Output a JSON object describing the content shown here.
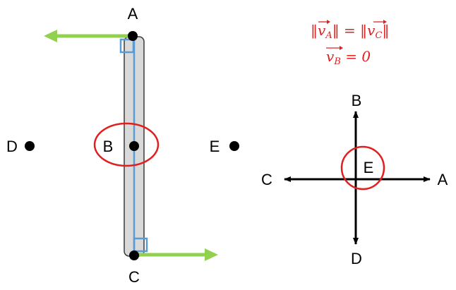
{
  "points": {
    "a": "A",
    "b": "B",
    "c": "C",
    "d": "D",
    "e": "E"
  },
  "equations": {
    "line1_left": "‖v",
    "line1_left_sub": "A",
    "line1_mid": "‖ = ‖v",
    "line1_right_sub": "C",
    "line1_end": "‖",
    "line2_v": "v",
    "line2_sub": "B",
    "line2_rest": " = 0"
  },
  "axes": {
    "up": "B",
    "down": "D",
    "left": "C",
    "right": "A",
    "center": "E"
  },
  "colors": {
    "bar_fill": "#d9d9d9",
    "bar_stroke": "#3a3a3a",
    "blue_line": "#5b9bd5",
    "velocity_arrow": "#92d050",
    "highlight_circle": "#e02020",
    "equation_text": "#e02020",
    "axes": "#000000"
  }
}
